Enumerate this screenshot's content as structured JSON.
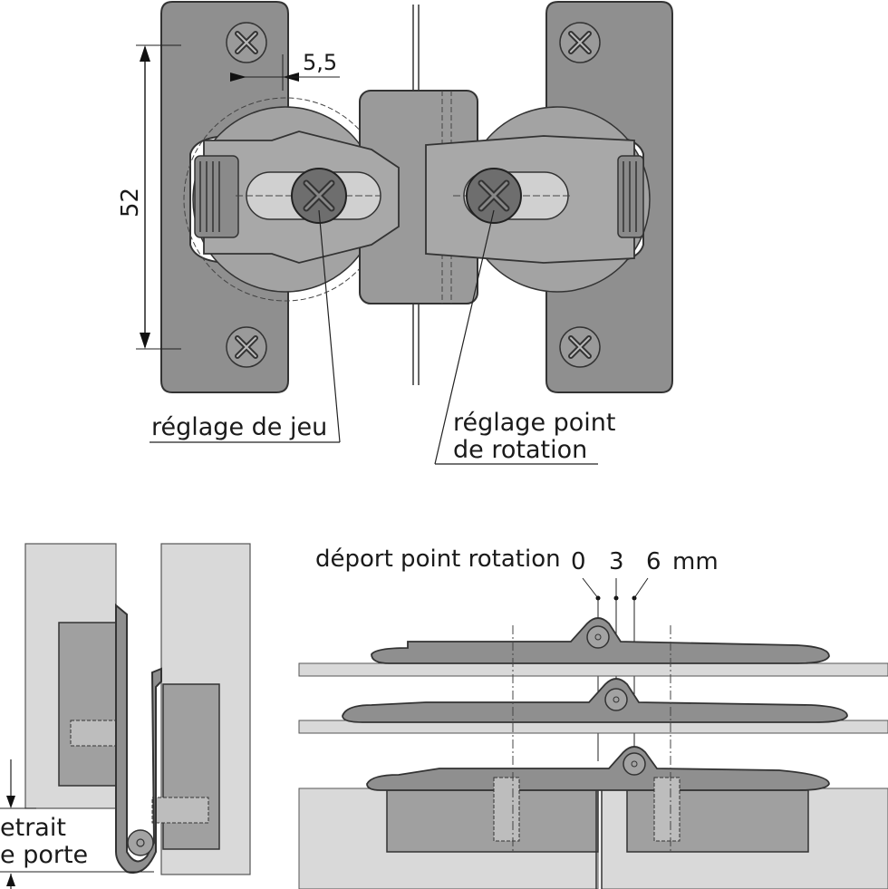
{
  "top_view": {
    "dim_height": "52",
    "dim_offset": "5,5",
    "label_play": "réglage de jeu",
    "label_rotation_line1": "réglage point",
    "label_rotation_line2": "de rotation"
  },
  "side_view": {
    "label_retrait_line1": "etrait",
    "label_retrait_line2": "e porte"
  },
  "offset_view": {
    "title": "déport point rotation",
    "value_0": "0",
    "value_3": "3",
    "value_6": "6",
    "unit": "mm"
  },
  "colors": {
    "metal": "#8c8c8c",
    "metal_light": "#a6a6a6",
    "wood": "#d9d9d9",
    "wood_dark": "#c4c4c4",
    "line": "#333333"
  }
}
